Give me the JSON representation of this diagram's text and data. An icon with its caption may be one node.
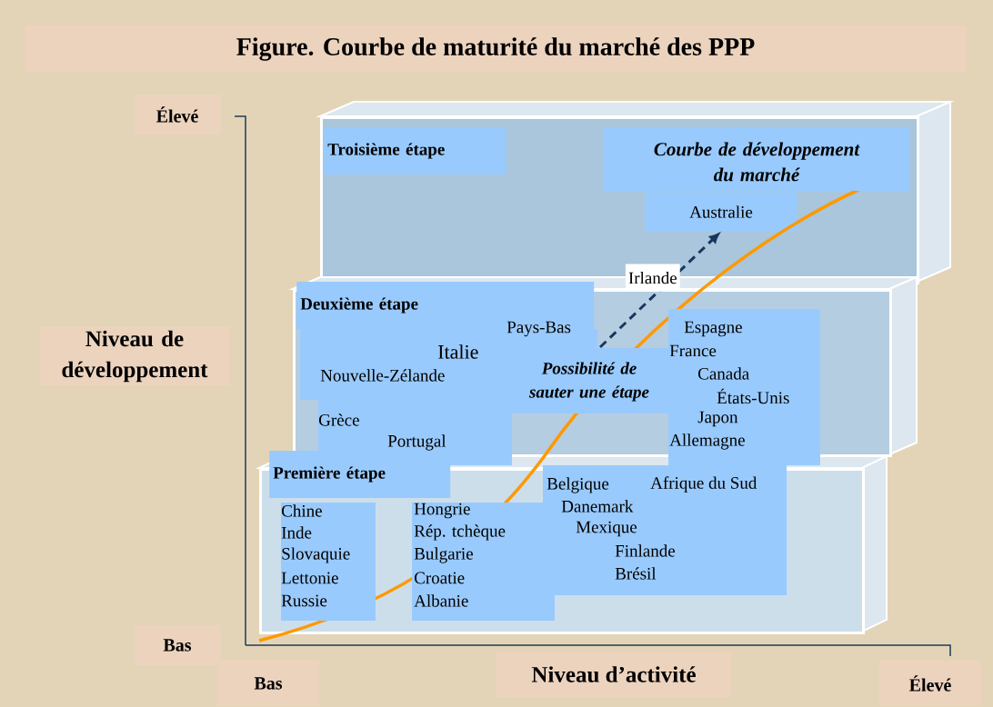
{
  "diagram": {
    "title": "Figure. Courbe de maturité du marché des PPP",
    "nodes": [
      {
        "text": [
          "Troisième étape"
        ]
      },
      {
        "text": [
          "Deuxième étape"
        ]
      },
      {
        "text": [
          "Première étape"
        ]
      },
      {
        "text": [
          "Australie"
        ],
        "in": 0
      }
    ],
    "edges": [
      {
        "from": 1,
        "to": 3,
        "arrow": "to",
        "style": "dashed",
        "color": "#17375e",
        "label": "Irlande"
      }
    ],
    "labels": [
      "Élevé",
      "Courbe de développement du marché",
      "Pays-Bas",
      "Espagne",
      "Niveau de développement",
      "Italie",
      "France",
      "Nouvelle-Zélande",
      "Possibilité de sauter une étape",
      "Canada",
      "États-Unis",
      "Grèce",
      "Japon",
      "Portugal",
      "Allemagne",
      "Belgique",
      "Afrique du Sud",
      "Chine",
      "Hongrie",
      "Danemark",
      "Inde",
      "Rép. tchèque",
      "Mexique",
      "Slovaquie",
      "Bulgarie",
      "Finlande",
      "Lettonie",
      "Croatie",
      "Brésil",
      "Russie",
      "Albanie",
      "Bas",
      "Bas",
      "Niveau d’activité",
      "Élevé"
    ]
  }
}
